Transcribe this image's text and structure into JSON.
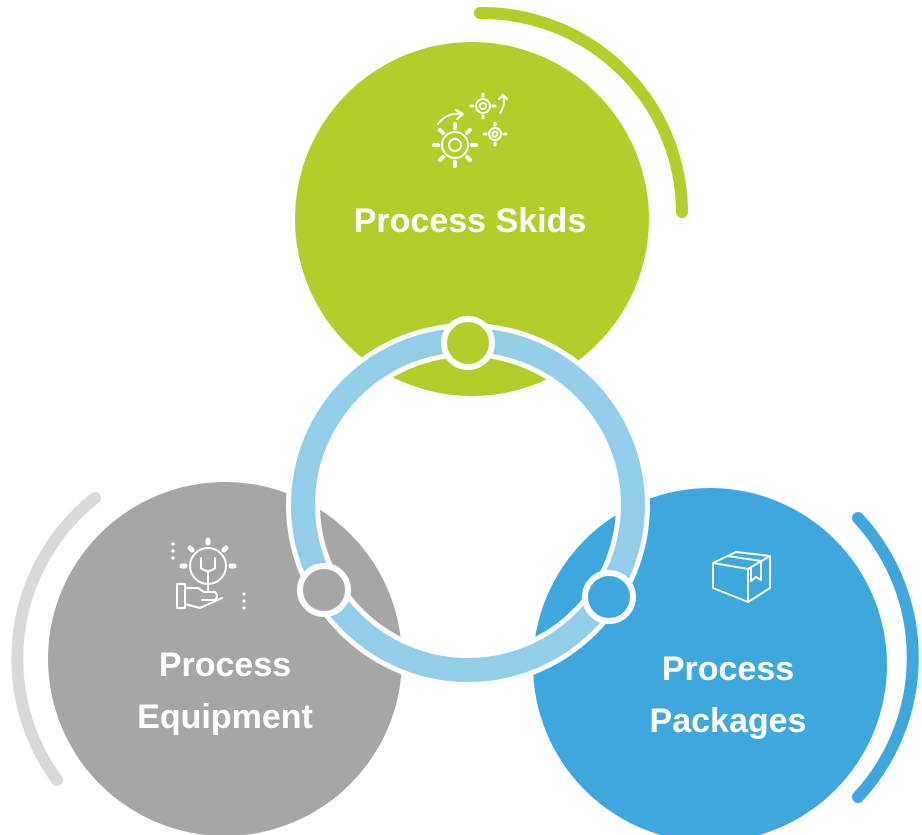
{
  "diagram": {
    "nodes": [
      {
        "id": "skids",
        "label_lines": [
          "Process Skids"
        ],
        "color": "#b3cd2a",
        "icon": "gears-icon"
      },
      {
        "id": "equipment",
        "label_lines": [
          "Process",
          "Equipment"
        ],
        "color": "#a6a6a6",
        "icon": "wrench-gear-icon"
      },
      {
        "id": "packages",
        "label_lines": [
          "Process",
          "Packages"
        ],
        "color": "#3ea7de",
        "icon": "package-box-icon"
      }
    ],
    "ring_color": "#93cdea",
    "arc_colors": {
      "skids": "#b3cd2a",
      "equipment": "#d9d9d9",
      "packages": "#3ea7de"
    }
  }
}
